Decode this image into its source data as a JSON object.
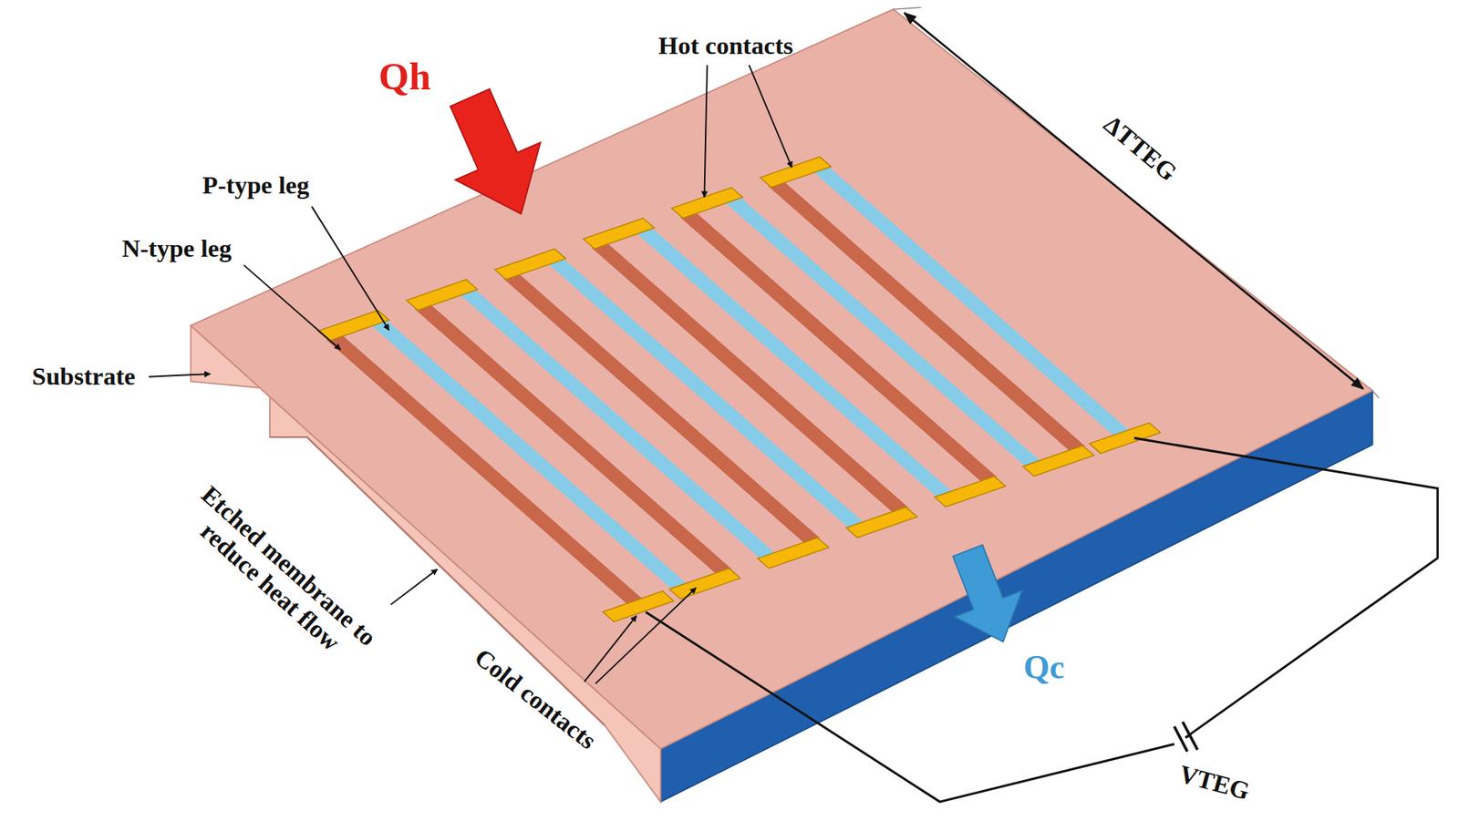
{
  "diagram": {
    "labels": [
      "Qh",
      "Hot contacts",
      "P-type leg",
      "N-type leg",
      "Substrate",
      "Etched membrane to reduce heat flow",
      "Cold contacts",
      "ΔTTEG",
      "Qc",
      "VTEG"
    ]
  }
}
